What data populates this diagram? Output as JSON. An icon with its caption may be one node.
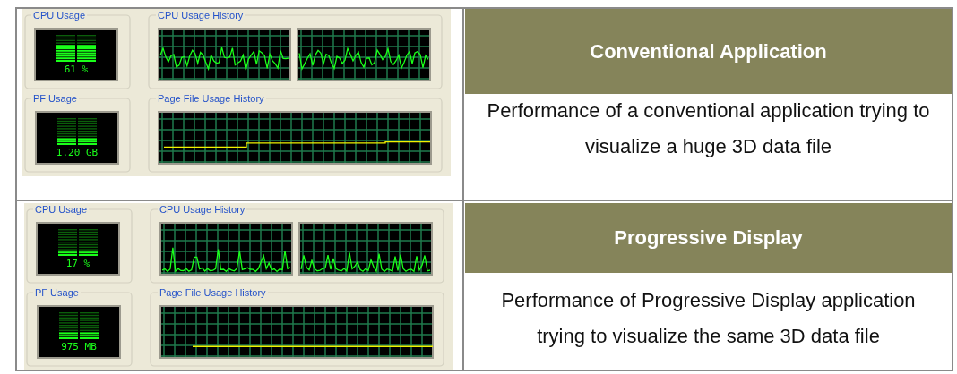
{
  "diagram": {
    "labels": [
      "CPU Usage",
      "CPU Usage History",
      "61 %",
      "PF Usage",
      "Page File Usage History",
      "1.20 GB",
      "Conventional Application",
      "Performance of a conventional application trying to visualize a huge 3D data file",
      "CPU Usage",
      "CPU Usage History",
      "17 %",
      "PF Usage",
      "Page File Usage History",
      "975 MB",
      "Progressive Display",
      "Performance of Progressive Display application trying to visualize the same 3D data file"
    ]
  }
}
